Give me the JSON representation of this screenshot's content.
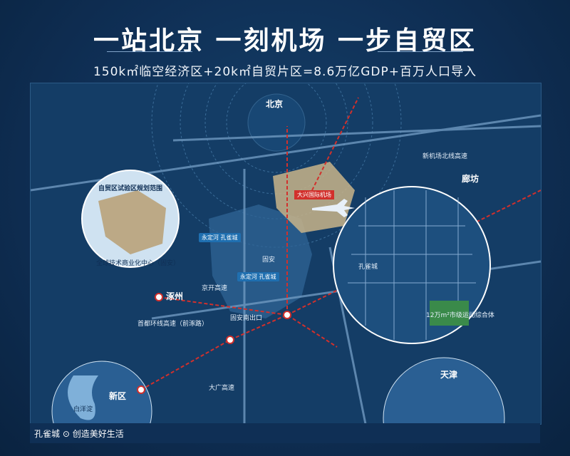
{
  "poster": {
    "title": "一站北京  一刻机场  一步自贸区",
    "subtitle": "150k㎡临空经济区+20k㎡自贸片区=8.6万亿GDP+百万人口导入"
  },
  "cities": {
    "beijing": "北京",
    "langfang": "廊坊",
    "tianjin": "天津",
    "xinqu": "新区",
    "zhuozhou": "涿州"
  },
  "map_labels": {
    "airport": "大兴国际机场",
    "project_a": "永定河 孔雀城",
    "project_b": "永定河 孔雀城",
    "ftz_circle_title": "自贸区试验区规划范围",
    "ftz_center": "全球技术商业化中心（固安）",
    "gu_an": "固安",
    "exit": "固安南出口",
    "road_outer_ring": "首都环线高速（前涿路）",
    "road_jingkai": "京开高速",
    "road_daguang": "大广高速",
    "road_xinjichang": "新机场北线高速",
    "water": "白洋淀",
    "project_name": "孔雀城",
    "sports_park": "12万m²市级运动综合体"
  },
  "footer": {
    "brand": "孔雀城",
    "slogan": "创造美好生活"
  },
  "colors": {
    "background": "#0f2f55",
    "route_red": "#d2302c",
    "tag_blue": "#1f6fb0",
    "green": "#3a8a4a"
  },
  "icons": [
    "location-pin-icon",
    "plane-icon",
    "rail-station-icon"
  ]
}
